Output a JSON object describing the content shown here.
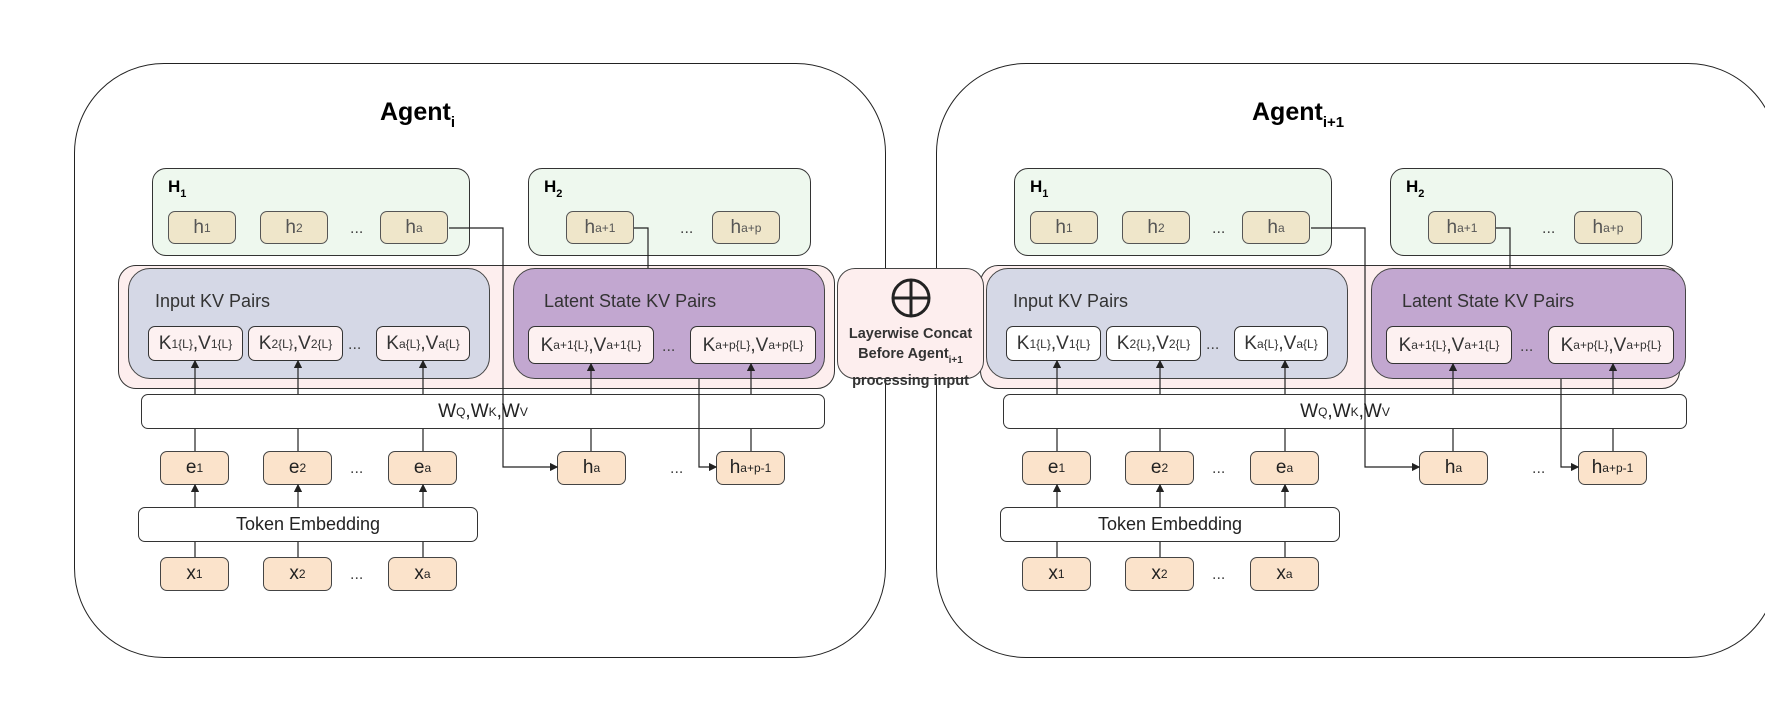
{
  "agents": [
    {
      "title": "Agent",
      "title_sub": "i",
      "h_groups": [
        {
          "label": "H",
          "label_sub": "1",
          "items": [
            {
              "t": "h",
              "s": "1"
            },
            {
              "t": "h",
              "s": "2"
            },
            {
              "t": "h",
              "s": "a"
            }
          ],
          "ellipsis": "..."
        },
        {
          "label": "H",
          "label_sub": "2",
          "items": [
            {
              "t": "h",
              "s": "a+1"
            },
            {
              "t": "h",
              "s": "a+p"
            }
          ],
          "ellipsis": "..."
        }
      ],
      "input_kv": {
        "label": "Input KV Pairs",
        "box_style": "pink",
        "items": [
          {
            "k": "K",
            "ks": "1",
            "kp": "{L}",
            "v": "V",
            "vs": "1",
            "vp": "{L}"
          },
          {
            "k": "K",
            "ks": "2",
            "kp": "{L}",
            "v": "V",
            "vs": "2",
            "vp": "{L}"
          },
          {
            "k": "K",
            "ks": "a",
            "kp": "{L}",
            "v": "V",
            "vs": "a",
            "vp": "{L}"
          }
        ],
        "ellipsis": "..."
      },
      "latent_kv": {
        "label": "Latent State KV Pairs",
        "items": [
          {
            "k": "K",
            "ks": "a+1",
            "kp": "{L}",
            "v": "V",
            "vs": "a+1",
            "vp": "{L}"
          },
          {
            "k": "K",
            "ks": "a+p",
            "kp": "{L}",
            "v": "V",
            "vs": "a+p",
            "vp": "{L}"
          }
        ],
        "ellipsis": "..."
      },
      "projection": {
        "parts": [
          {
            "t": "W",
            "s": "Q"
          },
          {
            "t": "W",
            "s": "K"
          },
          {
            "t": "W",
            "s": "V"
          }
        ],
        "sep": ", "
      },
      "embeddings": {
        "items": [
          {
            "t": "e",
            "s": "1"
          },
          {
            "t": "e",
            "s": "2"
          },
          {
            "t": "e",
            "s": "a"
          }
        ],
        "ellipsis": "..."
      },
      "latent_inputs": {
        "items": [
          {
            "t": "h",
            "s": "a"
          },
          {
            "t": "h",
            "s": "a+p-1"
          }
        ],
        "ellipsis": "..."
      },
      "token_embedding": "Token Embedding",
      "tokens": {
        "items": [
          {
            "t": "x",
            "s": "1"
          },
          {
            "t": "x",
            "s": "2"
          },
          {
            "t": "x",
            "s": "a"
          }
        ],
        "ellipsis": "..."
      }
    },
    {
      "title": "Agent",
      "title_sub": "i+1",
      "h_groups": [
        {
          "label": "H",
          "label_sub": "1",
          "items": [
            {
              "t": "h",
              "s": "1"
            },
            {
              "t": "h",
              "s": "2"
            },
            {
              "t": "h",
              "s": "a"
            }
          ],
          "ellipsis": "..."
        },
        {
          "label": "H",
          "label_sub": "2",
          "items": [
            {
              "t": "h",
              "s": "a+1"
            },
            {
              "t": "h",
              "s": "a+p"
            }
          ],
          "ellipsis": "..."
        }
      ],
      "input_kv": {
        "label": "Input KV Pairs",
        "box_style": "white",
        "items": [
          {
            "k": "K",
            "ks": "1",
            "kp": "{L}",
            "v": "V",
            "vs": "1",
            "vp": "{L}"
          },
          {
            "k": "K",
            "ks": "2",
            "kp": "{L}",
            "v": "V",
            "vs": "2",
            "vp": "{L}"
          },
          {
            "k": "K",
            "ks": "a",
            "kp": "{L}",
            "v": "V",
            "vs": "a",
            "vp": "{L}"
          }
        ],
        "ellipsis": "..."
      },
      "latent_kv": {
        "label": "Latent State KV Pairs",
        "items": [
          {
            "k": "K",
            "ks": "a+1",
            "kp": "{L}",
            "v": "V",
            "vs": "a+1",
            "vp": "{L}"
          },
          {
            "k": "K",
            "ks": "a+p",
            "kp": "{L}",
            "v": "V",
            "vs": "a+p",
            "vp": "{L}"
          }
        ],
        "ellipsis": "..."
      },
      "projection": {
        "parts": [
          {
            "t": "W",
            "s": "Q"
          },
          {
            "t": "W",
            "s": "K"
          },
          {
            "t": "W",
            "s": "V"
          }
        ],
        "sep": ", "
      },
      "embeddings": {
        "items": [
          {
            "t": "e",
            "s": "1"
          },
          {
            "t": "e",
            "s": "2"
          },
          {
            "t": "e",
            "s": "a"
          }
        ],
        "ellipsis": "..."
      },
      "latent_inputs": {
        "items": [
          {
            "t": "h",
            "s": "a"
          },
          {
            "t": "h",
            "s": "a+p-1"
          }
        ],
        "ellipsis": "..."
      },
      "token_embedding": "Token Embedding",
      "tokens": {
        "items": [
          {
            "t": "x",
            "s": "1"
          },
          {
            "t": "x",
            "s": "2"
          },
          {
            "t": "x",
            "s": "a"
          }
        ],
        "ellipsis": "..."
      }
    }
  ],
  "concat": {
    "icon": "circle-plus-icon",
    "line1": "Layerwise Concat",
    "line2": "Before Agent",
    "line2_sub": "i+1",
    "line3": "processing input"
  },
  "colors": {
    "h_group_bg": "#eef8ee",
    "h_box_bg": "#efe6ca",
    "kv_band_bg": "#fdeeee",
    "input_kv_bg": "#d5d8e6",
    "latent_kv_bg": "#c2a7d0",
    "token_box_bg": "#fbe3cb"
  }
}
